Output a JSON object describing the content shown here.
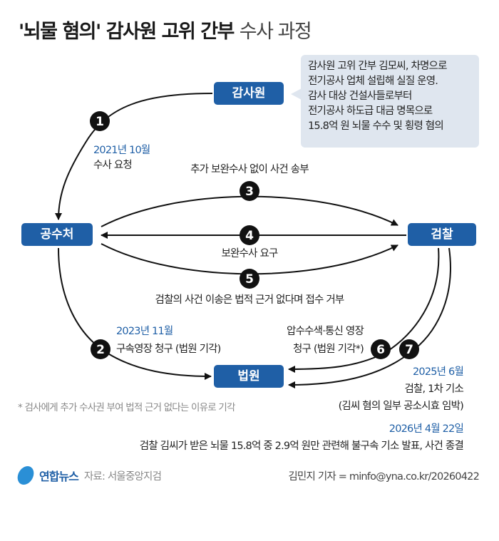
{
  "title": {
    "bold": "'뇌물 혐의' 감사원 고위 간부",
    "light": "수사 과정"
  },
  "callout": {
    "lines": [
      "감사원 고위 간부 김모씨, 차명으로",
      "전기공사 업체 설립해 실질 운영.",
      "감사 대상 건설사들로부터",
      "전기공사 하도급 대금 명목으로",
      "15.8억 원 뇌물 수수 및 횡령 혐의"
    ]
  },
  "nodes": {
    "audit": "감사원",
    "cio": "공수처",
    "prosecution": "검찰",
    "court": "법원"
  },
  "steps": {
    "s1": {
      "num": "1",
      "date": "2021년 10월",
      "text": "수사 요청"
    },
    "s2": {
      "num": "2",
      "date": "2023년 11월",
      "text": "구속영장 청구 (법원 기각)"
    },
    "s3": {
      "num": "3",
      "text": "추가 보완수사 없이 사건 송부"
    },
    "s4": {
      "num": "4",
      "text": "보완수사 요구"
    },
    "s5": {
      "num": "5",
      "text": "검찰의 사건 이송은 법적 근거 없다며 접수 거부"
    },
    "s6": {
      "num": "6",
      "line1": "압수수색·통신 영장",
      "line2": "청구 (법원 기각*)"
    },
    "s7": {
      "num": "7",
      "date": "2025년 6월",
      "line1": "검찰, 1차 기소",
      "line2": "(김씨 혐의 일부 공소시효 임박)"
    }
  },
  "footnote": "* 검사에게 추가 수사권 부여 법적 근거 없다는 이유로 기각",
  "final": {
    "date": "2026년 4월 22일",
    "text": "검찰 김씨가 받은 뇌물 15.8억 중 2.9억 원만 관련해 불구속 기소 발표, 사건 종결"
  },
  "footer": {
    "logo": "연합뉴스",
    "source": "자료: 서울중앙지검",
    "credit": "김민지 기자 = minfo@yna.co.kr/20260422"
  },
  "colors": {
    "blue": "#1f5fa6",
    "callout_bg": "#dfe6ef"
  }
}
